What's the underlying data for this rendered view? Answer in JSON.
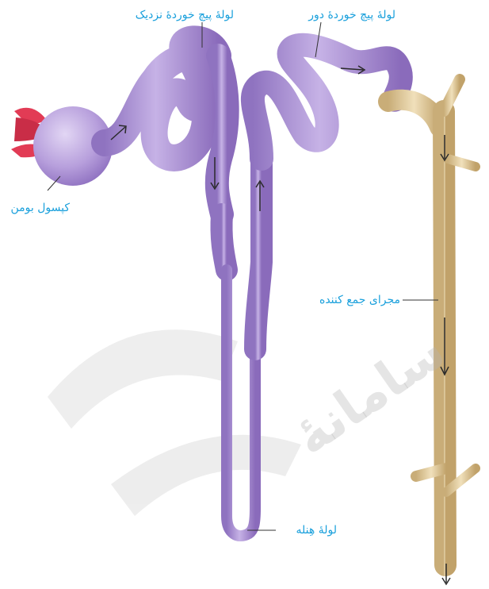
{
  "labels": {
    "proximal_tubule": "لولهٔ پیچ خوردهٔ نزدیک",
    "distal_tubule": "لولهٔ پیچ خوردهٔ دور",
    "bowman_capsule": "کپسول بومن",
    "collecting_duct": "مجرای جمع کننده",
    "loop_of_henle": "لولهٔ هِنله"
  },
  "watermark": {
    "text": "سامانهٔ"
  },
  "colors": {
    "label_text": "#1aa0dc",
    "tubule_fill": "#b39ad8",
    "tubule_dark": "#7d5fae",
    "tubule_light": "#ddd0f0",
    "duct_fill": "#e3cfa2",
    "duct_dark": "#b8995f",
    "vessel_red": "#e23b55",
    "arrow": "#2a2a2a",
    "leader_line": "#333333"
  }
}
